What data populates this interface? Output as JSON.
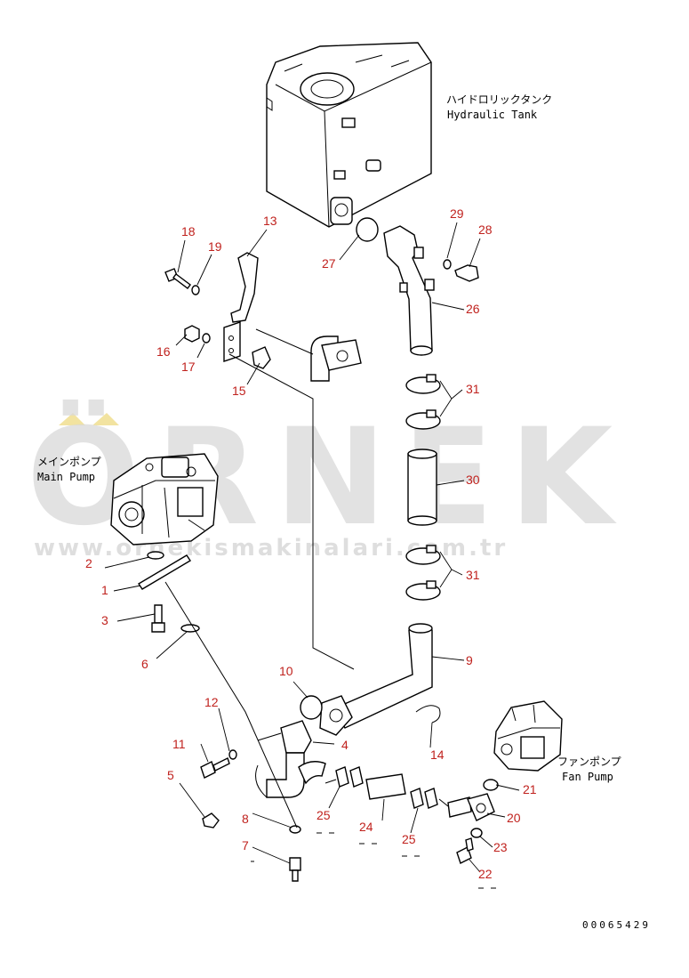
{
  "labels": {
    "hydraulic_tank_jp": "ハイドロリックタンク",
    "hydraulic_tank_en": "Hydraulic Tank",
    "main_pump_jp": "メインポンプ",
    "main_pump_en": "Main Pump",
    "fan_pump_jp": "ファンポンプ",
    "fan_pump_en": "Fan Pump"
  },
  "watermark": {
    "letters": "ÖRNEK",
    "url": "www.ornekismakinalari.com.tr",
    "accent_color": "#f2e3a0"
  },
  "drawing_code": "00065429",
  "colors": {
    "callout": "#c0221e",
    "line": "#000000",
    "watermark": "#d9d9d9"
  },
  "callouts": {
    "c1": "1",
    "c2": "2",
    "c3": "3",
    "c4": "4",
    "c5": "5",
    "c6": "6",
    "c7": "7",
    "c8": "8",
    "c9": "9",
    "c10": "10",
    "c11": "11",
    "c12": "12",
    "c13": "13",
    "c14": "14",
    "c15": "15",
    "c16": "16",
    "c17": "17",
    "c18": "18",
    "c19": "19",
    "c20": "20",
    "c21": "21",
    "c22": "22",
    "c23": "23",
    "c24": "24",
    "c25a": "25",
    "c25b": "25",
    "c26": "26",
    "c27": "27",
    "c28": "28",
    "c29": "29",
    "c30": "30",
    "c31a": "31",
    "c31b": "31"
  }
}
